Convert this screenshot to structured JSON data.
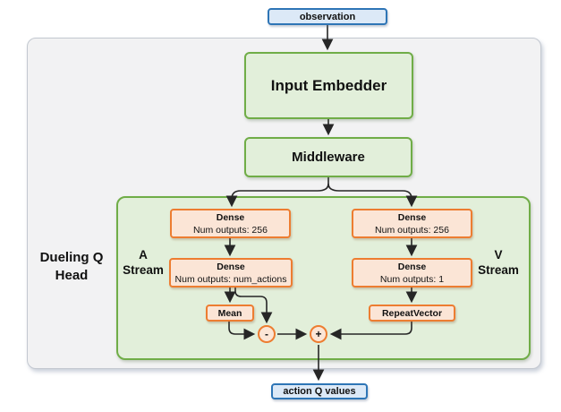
{
  "colors": {
    "blue_border": "#2E75B6",
    "blue_fill": "#DCE9F7",
    "green_border": "#70AD47",
    "green_fill": "#E2EFDA",
    "orange_border": "#ED7D31",
    "orange_fill": "#FBE5D6",
    "gray_fill": "#F2F2F3",
    "gray_border": "#C3C8D0",
    "line": "#262626"
  },
  "io": {
    "observation": "observation",
    "action_q_values": "action Q values"
  },
  "blocks": {
    "input_embedder": "Input Embedder",
    "middleware": "Middleware"
  },
  "dueling_head": {
    "label_line1": "Dueling Q",
    "label_line2": "Head",
    "a_stream": {
      "line1": "A",
      "line2": "Stream"
    },
    "v_stream": {
      "line1": "V",
      "line2": "Stream"
    },
    "a_dense1": {
      "title": "Dense",
      "subtitle": "Num outputs: 256"
    },
    "a_dense2": {
      "title": "Dense",
      "subtitle": "Num outputs: num_actions"
    },
    "v_dense1": {
      "title": "Dense",
      "subtitle": "Num outputs: 256"
    },
    "v_dense2": {
      "title": "Dense",
      "subtitle": "Num outputs: 1"
    },
    "mean": "Mean",
    "repeat_vector": "RepeatVector",
    "minus_op": "-",
    "plus_op": "+"
  }
}
